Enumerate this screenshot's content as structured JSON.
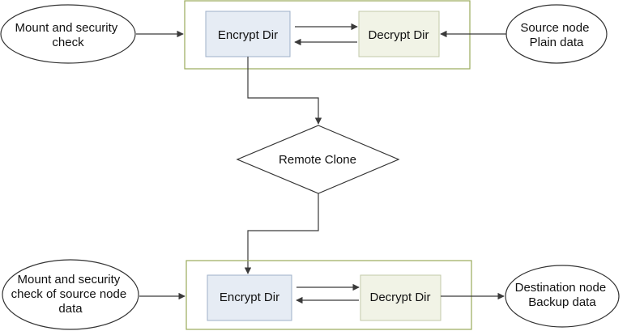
{
  "top": {
    "left_node": [
      "Mount and security",
      "check"
    ],
    "encrypt_label": "Encrypt Dir",
    "decrypt_label": "Decrypt Dir",
    "right_node": [
      "Source node",
      "Plain data"
    ]
  },
  "middle": {
    "decision_label": "Remote Clone"
  },
  "bottom": {
    "left_node": [
      "Mount and security",
      "check of source node",
      "data"
    ],
    "encrypt_label": "Encrypt Dir",
    "decrypt_label": "Decrypt Dir",
    "right_node": [
      "Destination node",
      "Backup data"
    ]
  },
  "colors": {
    "group_border": "#9aaa5a",
    "encrypt_fill": "#e6ecf4",
    "encrypt_border": "#9fb0c8",
    "decrypt_fill": "#f1f3e6",
    "decrypt_border": "#c2c8a8",
    "line": "#3a3a3a"
  }
}
